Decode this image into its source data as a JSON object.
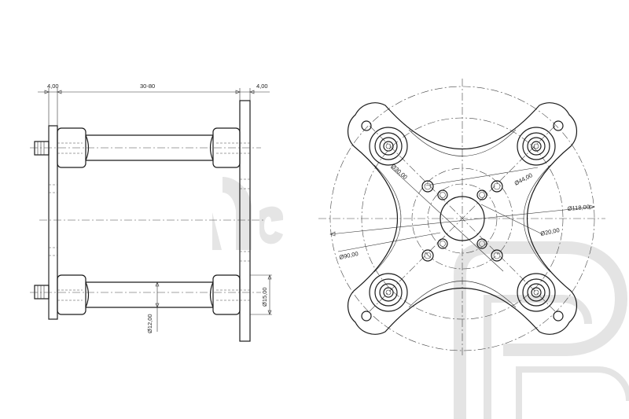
{
  "side_view": {
    "dimensions": {
      "top_left_thickness": "4,00",
      "span": "30-80",
      "top_right_thickness": "4,00",
      "spacer_diameter": "Ø12,00",
      "boss_diameter": "Ø15,00"
    }
  },
  "front_view": {
    "dimensions": {
      "bolt_circle_small": "Ø30,00",
      "bolt_circle_mid": "Ø44,00",
      "outer_circle": "Ø118,00",
      "center_hole": "Ø20,00",
      "motor_circle": "Ø90,00"
    }
  },
  "colors": {
    "line": "#1a1a1a",
    "watermark": "#cfcfcf"
  }
}
